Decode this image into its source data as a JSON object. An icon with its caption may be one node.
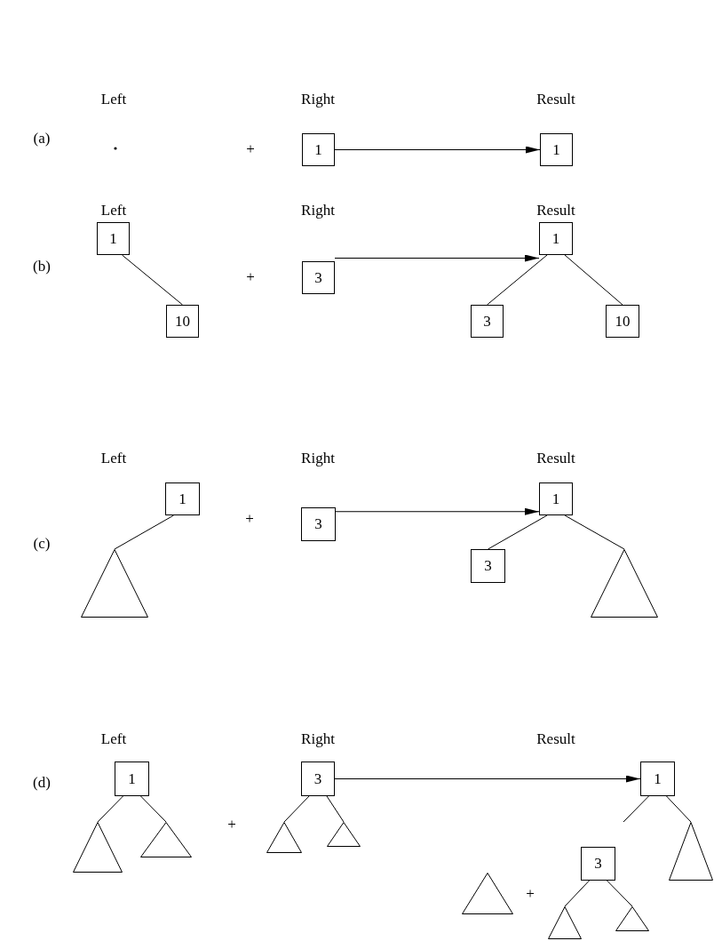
{
  "diagram": {
    "nodes": [
      {
        "text": [],
        "shape": "circle"
      },
      {
        "text": [
          "1"
        ]
      },
      {
        "text": [
          "1"
        ]
      },
      {
        "text": [
          "1"
        ]
      },
      {
        "text": [
          "10"
        ]
      },
      {
        "text": [
          "3"
        ]
      },
      {
        "text": [
          "1"
        ]
      },
      {
        "text": [
          "3"
        ]
      },
      {
        "text": [
          "10"
        ]
      },
      {
        "text": [
          "1"
        ]
      },
      {
        "text": [],
        "shape": "triangle"
      },
      {
        "text": [
          "3"
        ]
      },
      {
        "text": [
          "1"
        ]
      },
      {
        "text": [
          "3"
        ]
      },
      {
        "text": [],
        "shape": "triangle"
      },
      {
        "text": [
          "1"
        ]
      },
      {
        "text": [],
        "shape": "triangle"
      },
      {
        "text": [],
        "shape": "triangle"
      },
      {
        "text": [
          "3"
        ]
      },
      {
        "text": [],
        "shape": "triangle"
      },
      {
        "text": [],
        "shape": "triangle"
      },
      {
        "text": [
          "1"
        ]
      },
      {
        "text": [],
        "shape": "triangle"
      },
      {
        "text": [],
        "shape": "triangle"
      },
      {
        "text": [
          "3"
        ]
      },
      {
        "text": [],
        "shape": "triangle"
      },
      {
        "text": [],
        "shape": "triangle"
      }
    ],
    "edges": [
      {
        "from": 1,
        "to": 2,
        "arrow": "to"
      },
      {
        "from": 3,
        "to": 4,
        "arrow": "none"
      },
      {
        "from": 5,
        "to": 6,
        "arrow": "to"
      },
      {
        "from": 6,
        "to": 7,
        "arrow": "none"
      },
      {
        "from": 6,
        "to": 8,
        "arrow": "none"
      },
      {
        "from": 9,
        "to": 10,
        "arrow": "none"
      },
      {
        "from": 11,
        "to": 12,
        "arrow": "to"
      },
      {
        "from": 12,
        "to": 13,
        "arrow": "none"
      },
      {
        "from": 12,
        "to": 14,
        "arrow": "none"
      },
      {
        "from": 15,
        "to": 16,
        "arrow": "none"
      },
      {
        "from": 15,
        "to": 17,
        "arrow": "none"
      },
      {
        "from": 18,
        "to": 19,
        "arrow": "none"
      },
      {
        "from": 18,
        "to": 20,
        "arrow": "none"
      },
      {
        "from": 18,
        "to": 21,
        "arrow": "to"
      },
      {
        "from": 21,
        "to": null,
        "arrow": "none"
      },
      {
        "from": 21,
        "to": 22,
        "arrow": "none"
      },
      {
        "from": 24,
        "to": 25,
        "arrow": "none"
      },
      {
        "from": 24,
        "to": 26,
        "arrow": "none"
      }
    ],
    "labels": [
      "Left",
      "Right",
      "Result",
      "(a)",
      "+",
      "Left",
      "Right",
      "Result",
      "(b)",
      "+",
      "Left",
      "Right",
      "Result",
      "(c)",
      "+",
      "Left",
      "Right",
      "Result",
      "(d)",
      "+",
      "+"
    ]
  }
}
